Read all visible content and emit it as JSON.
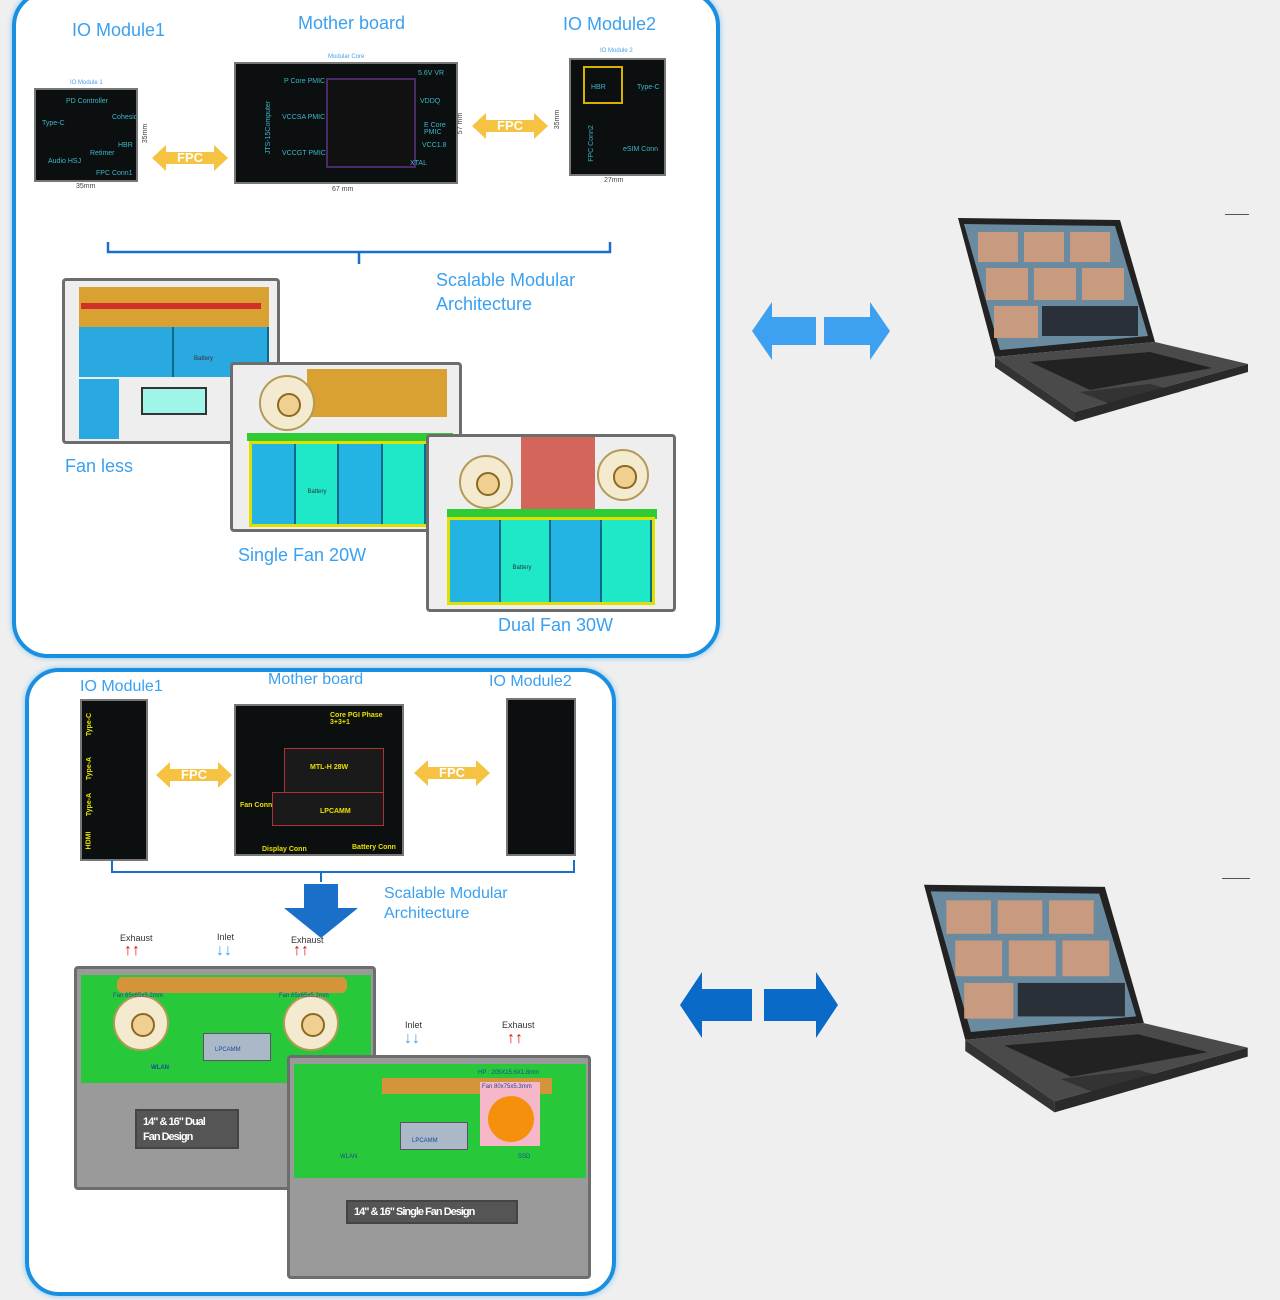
{
  "top": {
    "io1": "IO Module1",
    "mb": "Mother board",
    "io2": "IO Module2",
    "io1_cap": "IO Module 1",
    "mb_cap": "Modular Core",
    "io2_cap": "IO Module 2",
    "fpc": "FPC",
    "io1_w": "35mm",
    "io1_h": "35mm",
    "mb_w": "67 mm",
    "mb_h": "57 mm",
    "io2_w": "27mm",
    "io2_h": "35mm",
    "io1_parts": [
      "PD Controller",
      "Type-C",
      "Cohesic",
      "Audio HSJ",
      "Retimer",
      "HBR",
      "FPC Conn1"
    ],
    "mb_parts": [
      "P Core PMIC",
      "VCCSA PMIC",
      "VCCGT PMIC",
      "JTS-15Computer",
      "5.6V VR",
      "VDDQ",
      "E Core PMIC",
      "VCC1.8",
      "XTAL"
    ],
    "io2_parts": [
      "HBR",
      "Type-C",
      "FPC Conn2",
      "eSIM Conn"
    ],
    "scalable": "Scalable Modular",
    "arch": "Architecture",
    "fanless": "Fan less",
    "single": "Single Fan 20W",
    "dual": "Dual Fan 30W",
    "battery": "Battery",
    "fan": "Fan"
  },
  "bottom": {
    "io1": "IO Module1",
    "mb": "Mother board",
    "io2": "IO Module2",
    "fpc": "FPC",
    "mb_parts": [
      "Core PGI Phase 3+3+1",
      "MTL-H 28W",
      "LPCAMM",
      "Display Conn",
      "Battery Conn",
      "Fan Conn"
    ],
    "io1_parts": [
      "Type-C",
      "Type-A",
      "Type-A",
      "HDMI"
    ],
    "scalable": "Scalable Modular",
    "arch": "Architecture",
    "exhaust": "Exhaust",
    "inlet": "Inlet",
    "fan_small": "Fan 65x65x5.2mm",
    "fan_big": "Fan 80x75x5.3mm",
    "hp": "HP : 205X15.6X1.8mm",
    "lpcamm": "LPCAMM",
    "wlan": "WLAN",
    "ssd": "SSD",
    "dual_tag": [
      "14\" & 16\" Dual",
      "Fan Design"
    ],
    "single_tag": "14\" & 16\" Single Fan Design"
  },
  "colors": {
    "accent": "#1a8fe0",
    "arrow": "#1a7fd8",
    "fpc": "#f5c242"
  }
}
